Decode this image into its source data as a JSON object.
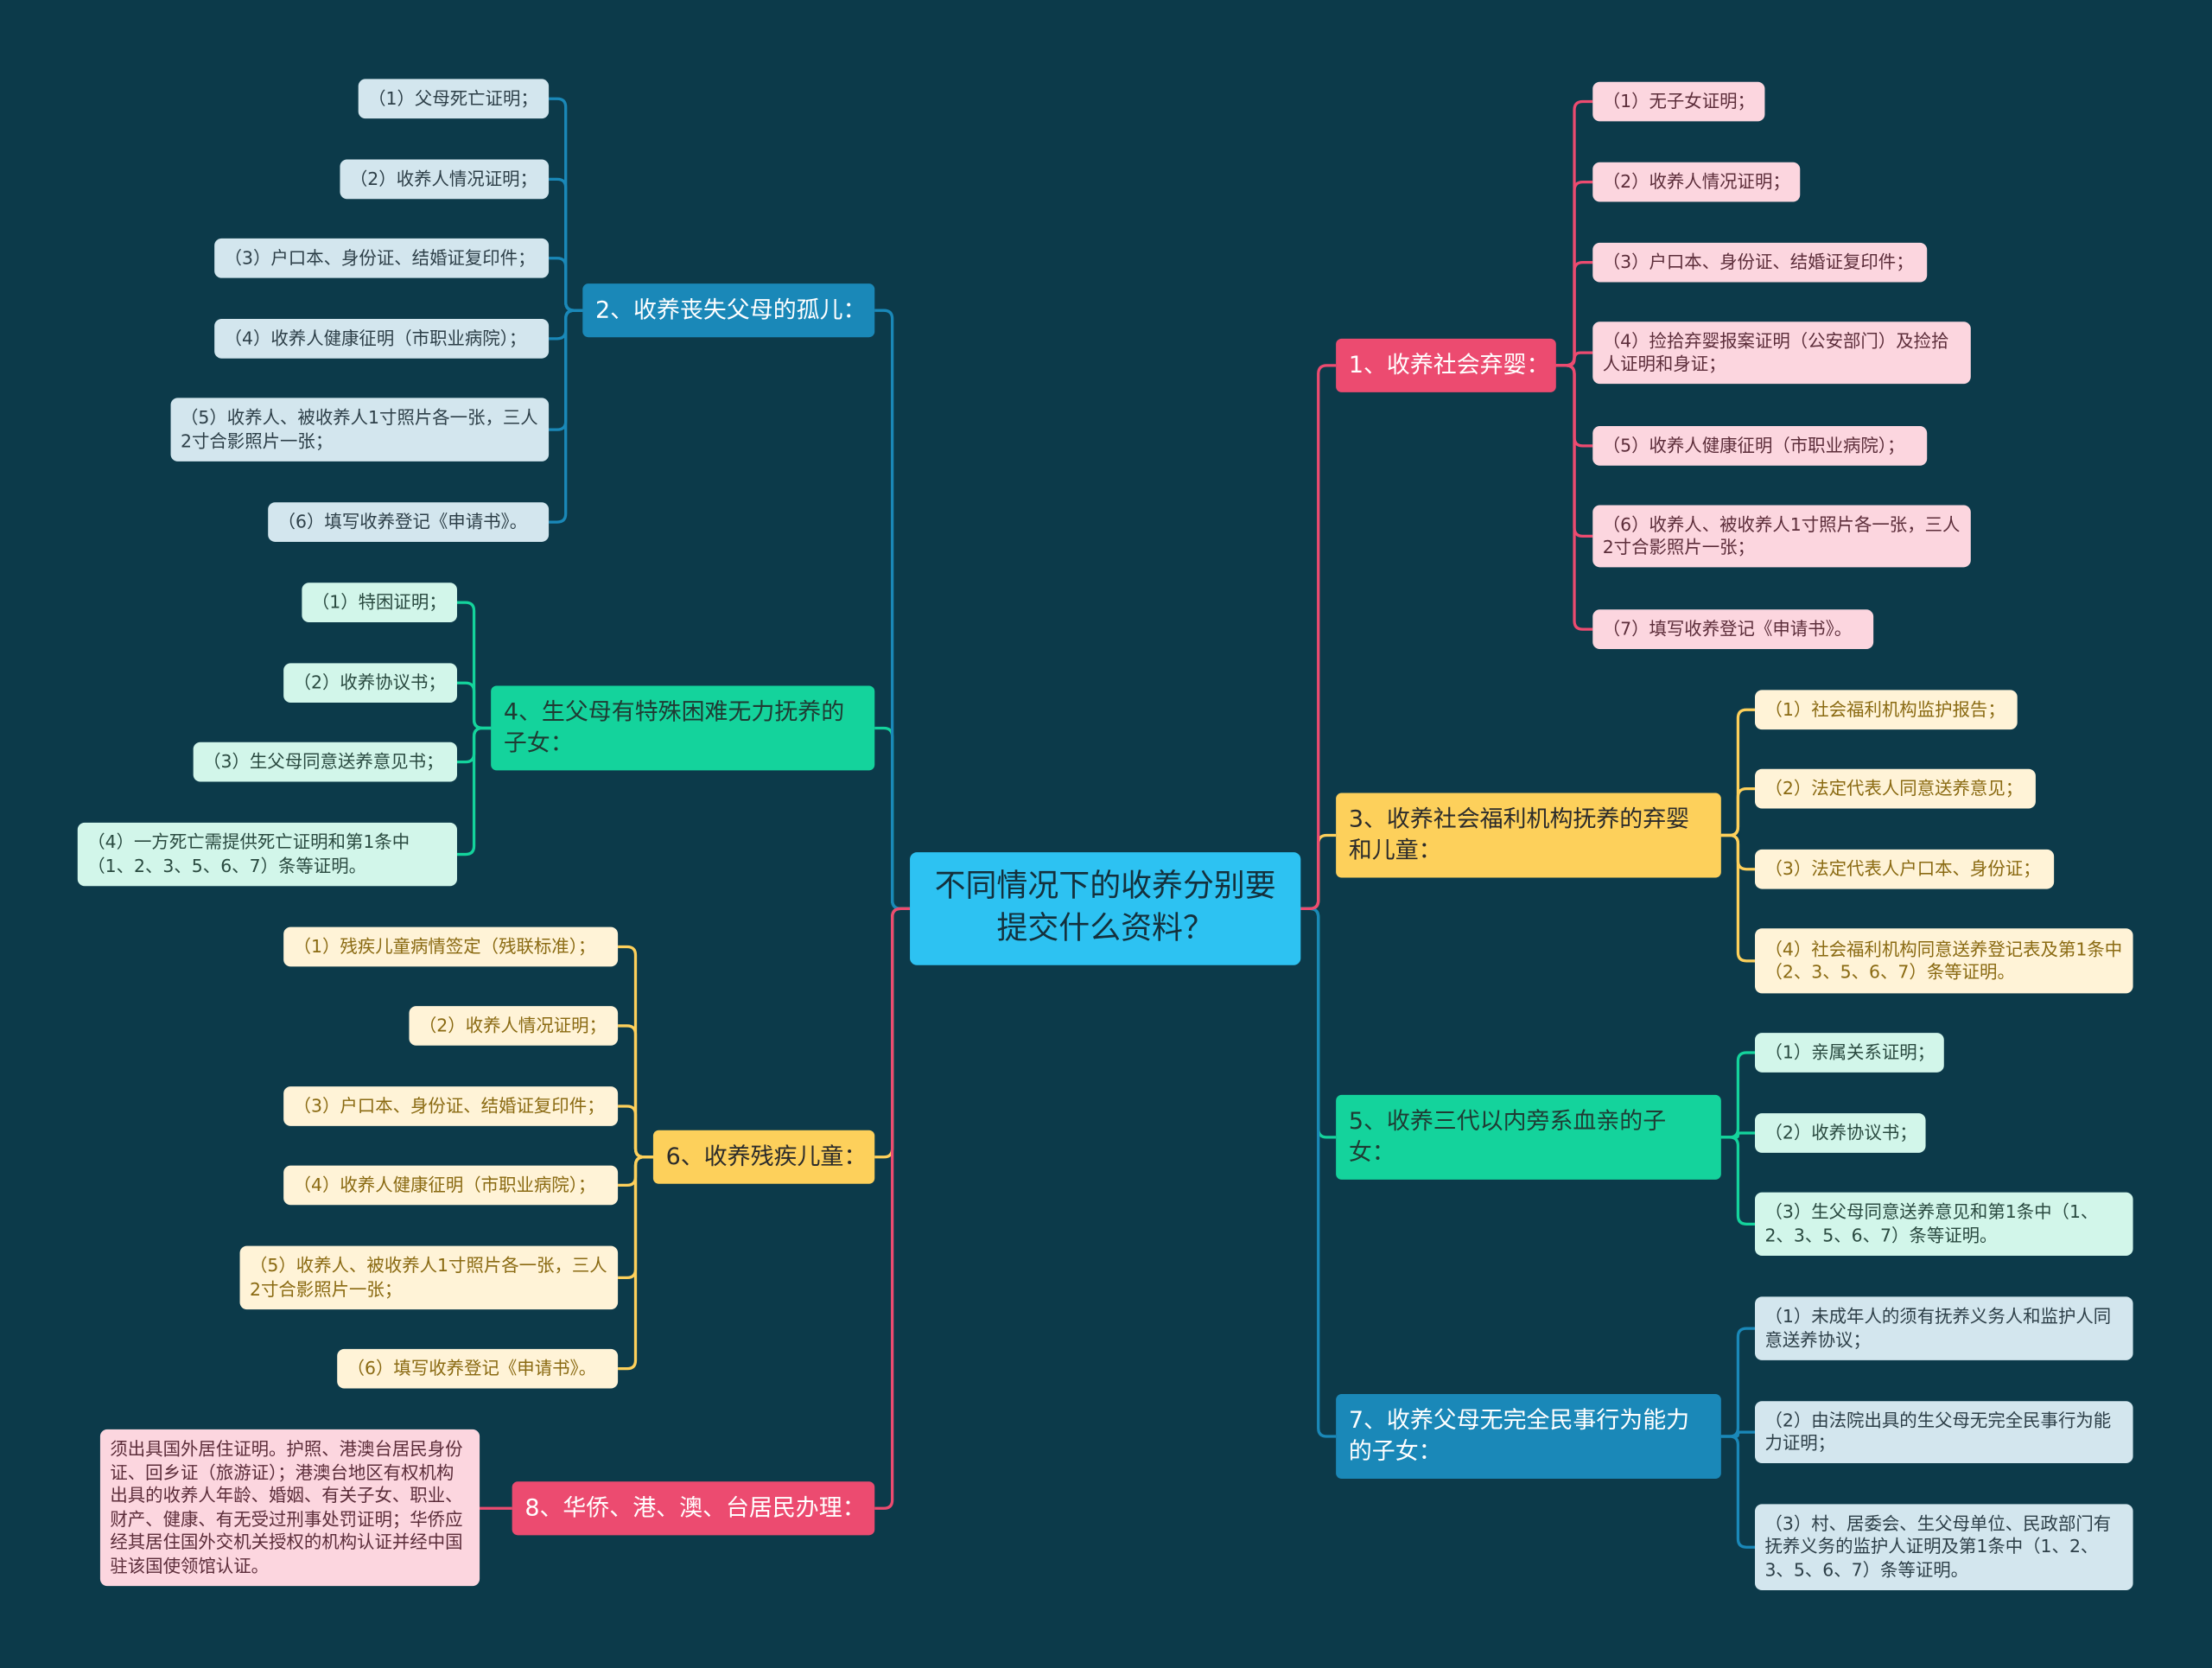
{
  "canvas": {
    "background": "#0c3a4a"
  },
  "center": {
    "title": "不同情况下的收养分别要提交什么资料？",
    "fill": "#2dc2f2",
    "text_color": "#14303c"
  },
  "branches": [
    {
      "label": "1、收养社会弃婴：",
      "color": "#ec4b70",
      "text_color": "#ffffff",
      "item_fill": "#fcd6df",
      "item_text": "#5c2d3a",
      "items": [
        "（1）无子女证明；",
        "（2）收养人情况证明；",
        "（3）户口本、身份证、结婚证复印件；",
        "（4）捡拾弃婴报案证明（公安部门）及捡拾人证明和身证；",
        "（5）收养人健康征明（市职业病院）；",
        "（6）收养人、被收养人1寸照片各一张，三人2寸合影照片一张；",
        "（7）填写收养登记《申请书》。"
      ]
    },
    {
      "label": "2、收养丧失父母的孤儿：",
      "color": "#1a88b8",
      "text_color": "#ffffff",
      "item_fill": "#d3e6ee",
      "item_text": "#2d3f48",
      "items": [
        "（1）父母死亡证明；",
        "（2）收养人情况证明；",
        "（3）户口本、身份证、结婚证复印件；",
        "（4）收养人健康征明（市职业病院）；",
        "（5）收养人、被收养人1寸照片各一张，三人2寸合影照片一张；",
        "（6）填写收养登记《申请书》。"
      ]
    },
    {
      "label": "3、收养社会福利机构抚养的弃婴和儿童：",
      "color": "#fdd05b",
      "text_color": "#2b2b2b",
      "item_fill": "#fff3d7",
      "item_text": "#8a6a12",
      "items": [
        "（1）社会福利机构监护报告；",
        "（2）法定代表人同意送养意见；",
        "（3）法定代表人户口本、身份证；",
        "（4）社会福利机构同意送养登记表及第1条中（2、3、5、6、7）条等证明。"
      ]
    },
    {
      "label": "4、生父母有特殊困难无力抚养的子女：",
      "color": "#14d39c",
      "text_color": "#1f3b33",
      "item_fill": "#d2f6ea",
      "item_text": "#2a4a40",
      "items": [
        "（1）特困证明；",
        "（2）收养协议书；",
        "（3）生父母同意送养意见书；",
        "（4）一方死亡需提供死亡证明和第1条中（1、2、3、5、6、7）条等证明。"
      ]
    },
    {
      "label": "5、收养三代以内旁系血亲的子女：",
      "color": "#14d39c",
      "text_color": "#1f3b33",
      "item_fill": "#d2f6ea",
      "item_text": "#2a4a40",
      "items": [
        "（1）亲属关系证明；",
        "（2）收养协议书；",
        "（3）生父母同意送养意见和第1条中（1、2、3、5、6、7）条等证明。"
      ]
    },
    {
      "label": "6、收养残疾儿童：",
      "color": "#fdd05b",
      "text_color": "#2b2b2b",
      "item_fill": "#fff3d7",
      "item_text": "#8a6a12",
      "items": [
        "（1）残疾儿童病情签定（残联标准）；",
        "（2）收养人情况证明；",
        "（3）户口本、身份证、结婚证复印件；",
        "（4）收养人健康征明（市职业病院）；",
        "（5）收养人、被收养人1寸照片各一张，三人2寸合影照片一张；",
        "（6）填写收养登记《申请书》。"
      ]
    },
    {
      "label": "7、收养父母无完全民事行为能力的子女：",
      "color": "#1a88b8",
      "text_color": "#ffffff",
      "item_fill": "#d3e6ee",
      "item_text": "#2d3f48",
      "items": [
        "（1）未成年人的须有抚养义务人和监护人同意送养协议；",
        "（2）由法院出具的生父母无完全民事行为能力证明；",
        "（3）村、居委会、生父母单位、民政部门有抚养义务的监护人证明及第1条中（1、2、3、5、6、7）条等证明。"
      ]
    },
    {
      "label": "8、华侨、港、澳、台居民办理：",
      "color": "#ec4b70",
      "text_color": "#ffffff",
      "item_fill": "#fcd6df",
      "item_text": "#5c2d3a",
      "items": [
        "须出具国外居住证明。护照、港澳台居民身份证、回乡证（旅游证）；港澳台地区有权机构出具的收养人年龄、婚姻、有关子女、职业、财产、健康、有无受过刑事处罚证明；华侨应经其居住国外交机关授权的机构认证并经中国驻该国使领馆认证。"
      ]
    }
  ]
}
